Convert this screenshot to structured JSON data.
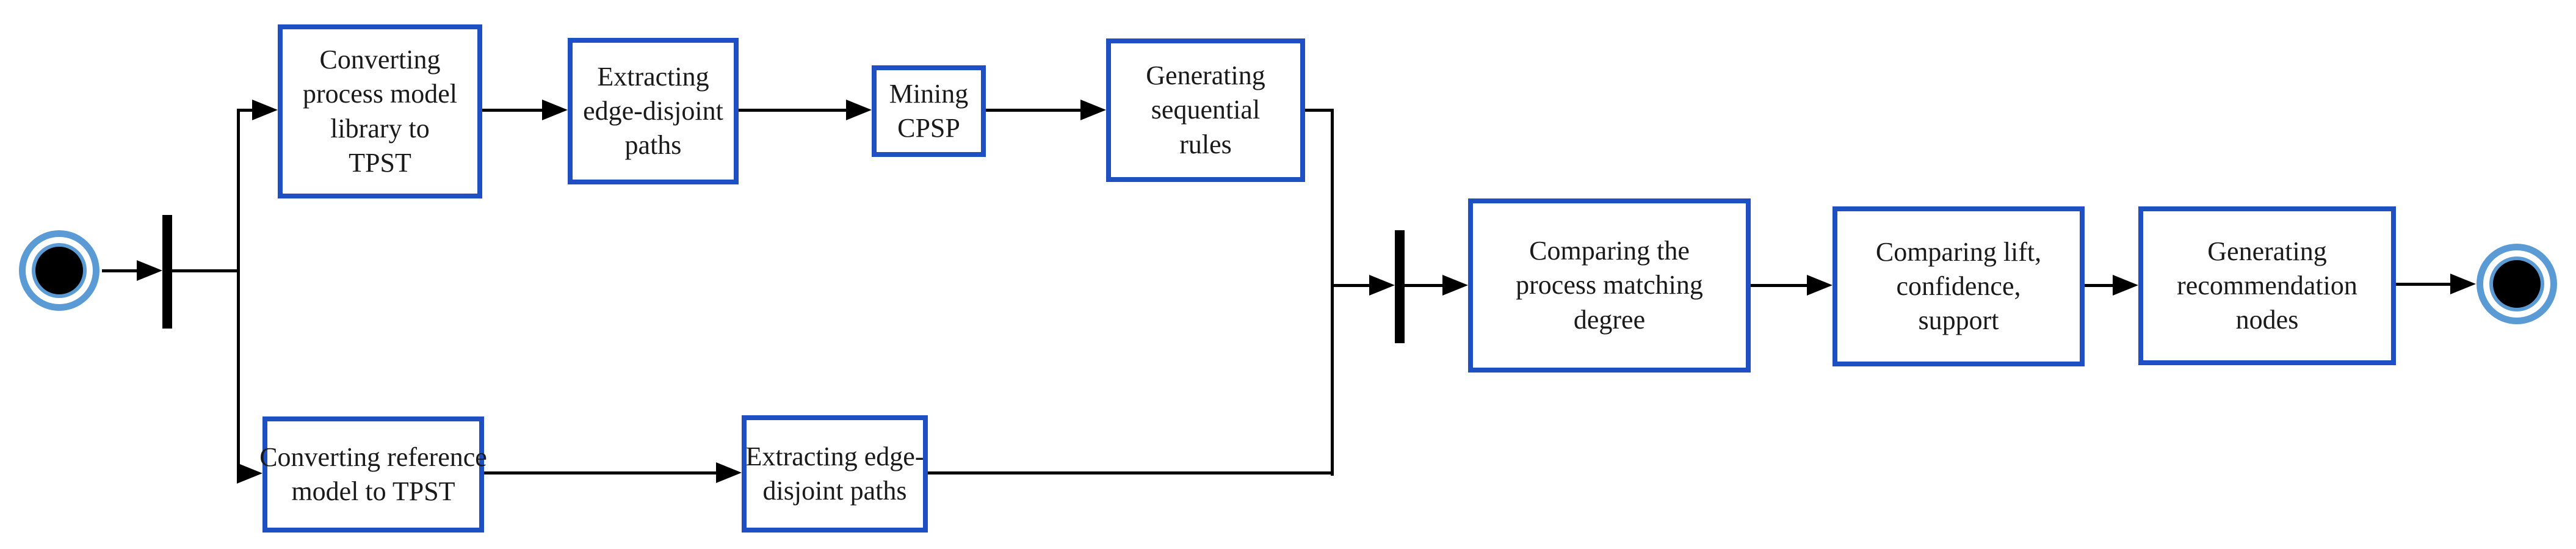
{
  "colors": {
    "background": "#ffffff",
    "box-border": "#1e50c3",
    "node-ring": "#5b9bd5",
    "flow-line": "#000000",
    "text": "#1a1a1a"
  },
  "nodes": {
    "start": {
      "type": "initial-node"
    },
    "fork": {
      "type": "fork-bar"
    },
    "join": {
      "type": "join-bar"
    },
    "end": {
      "type": "final-node"
    }
  },
  "activities": {
    "top_branch": [
      {
        "id": "convert-process-model-library",
        "label": "Converting process model library to TPST",
        "lines": [
          "Converting",
          "process model",
          "library to",
          "TPST"
        ]
      },
      {
        "id": "extract-edge-disjoint-paths-top",
        "label": "Extracting edge-disjoint paths",
        "lines": [
          "Extracting",
          "edge-disjoint",
          "paths"
        ]
      },
      {
        "id": "mining-cpsp",
        "label": "Mining CPSP",
        "lines": [
          "Mining",
          "CPSP"
        ]
      },
      {
        "id": "generating-sequential-rules",
        "label": "Generating sequential rules",
        "lines": [
          "Generating",
          "sequential",
          "rules"
        ]
      }
    ],
    "bottom_branch": [
      {
        "id": "convert-reference-model",
        "label": "Converting reference model to TPST",
        "lines": [
          "Converting reference",
          "model to TPST"
        ]
      },
      {
        "id": "extract-edge-disjoint-paths-bottom",
        "label": "Extracting edge-disjoint paths",
        "lines": [
          "Extracting edge-",
          "disjoint paths"
        ]
      }
    ],
    "merged_flow": [
      {
        "id": "comparing-process-matching-degree",
        "label": "Comparing the process matching degree",
        "lines": [
          "Comparing the",
          "process matching",
          "degree"
        ]
      },
      {
        "id": "comparing-lift-confidence-support",
        "label": "Comparing lift, confidence, support",
        "lines": [
          "Comparing lift,",
          "confidence,",
          "support"
        ]
      },
      {
        "id": "generating-recommendation-nodes",
        "label": "Generating recommendation nodes",
        "lines": [
          "Generating",
          "recommendation",
          "nodes"
        ]
      }
    ]
  }
}
